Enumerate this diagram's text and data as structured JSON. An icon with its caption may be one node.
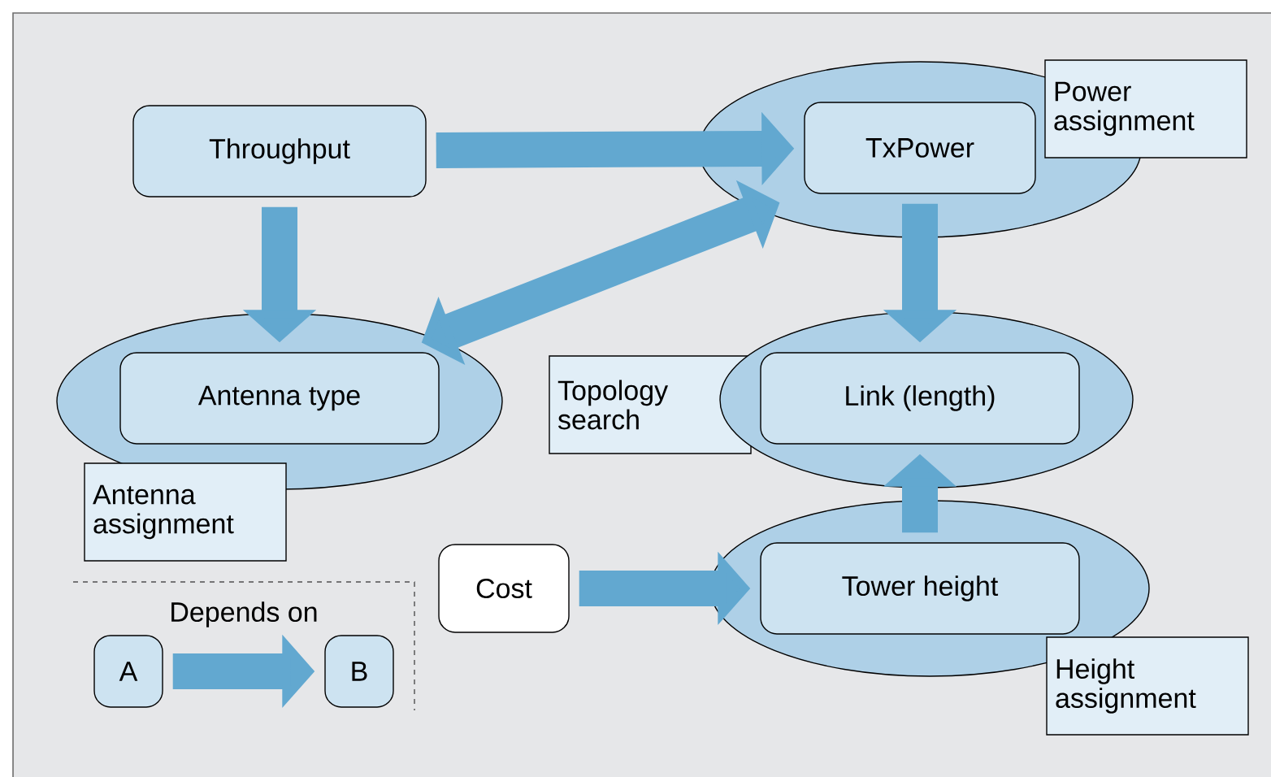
{
  "diagram": {
    "nodes": [
      {
        "text": [
          "Throughput"
        ]
      },
      {
        "text": [],
        "shape": "ellipse"
      },
      {
        "text": [
          "TxPower"
        ],
        "in": 1
      },
      {
        "text": [
          "Power assignment"
        ]
      },
      {
        "text": [],
        "shape": "ellipse"
      },
      {
        "text": [
          "Antenna type"
        ],
        "in": 4
      },
      {
        "text": [
          "Topology search"
        ]
      },
      {
        "text": [],
        "shape": "ellipse"
      },
      {
        "text": [
          "Link (length)"
        ],
        "in": 7
      },
      {
        "text": [
          "Antenna assignment"
        ]
      },
      {
        "text": [
          "Cost"
        ]
      },
      {
        "text": [],
        "shape": "ellipse"
      },
      {
        "text": [
          "Tower height"
        ],
        "in": 11
      },
      {
        "text": [
          "Height assignment"
        ]
      },
      {
        "text": [
          "A"
        ]
      },
      {
        "text": [
          "B"
        ]
      }
    ],
    "edges": [
      {
        "from": 0,
        "to": 2,
        "arrow": "to"
      },
      {
        "from": 0,
        "to": 5,
        "arrow": "to"
      },
      {
        "from": 5,
        "to": 2,
        "arrow": "both"
      },
      {
        "from": 2,
        "to": 8,
        "arrow": "to"
      },
      {
        "from": 12,
        "to": 8,
        "arrow": "to"
      },
      {
        "from": 10,
        "to": 12,
        "arrow": "to"
      },
      {
        "from": 14,
        "to": 15,
        "arrow": "to"
      }
    ],
    "labels": [
      "Depends on"
    ]
  }
}
